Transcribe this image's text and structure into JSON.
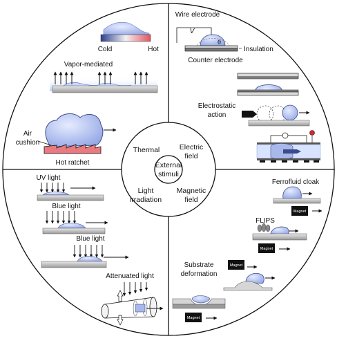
{
  "center": {
    "title_line1": "External",
    "title_line2": "stimuli",
    "thermal": "Thermal",
    "electric_line1": "Electric",
    "electric_line2": "field",
    "light_line1": "Light",
    "light_line2": "irradiation",
    "magnetic_line1": "Magnetic",
    "magnetic_line2": "field"
  },
  "thermal": {
    "cold": "Cold",
    "hot": "Hot",
    "vapor": "Vapor-mediated",
    "air_line1": "Air",
    "air_line2": "cushion",
    "ratchet": "Hot ratchet"
  },
  "electric": {
    "wire": "Wire electrode",
    "v": "V",
    "theta": "θ",
    "insulation": "Insulation",
    "counter": "Counter electrode",
    "electrostatic_line1": "Electrostatic",
    "electrostatic_line2": "action"
  },
  "light": {
    "uv": "UV light",
    "blue1": "Blue light",
    "blue2": "Blue light",
    "attenuated": "Attenuated light"
  },
  "magnetic": {
    "ferrofluid": "Ferrofluid cloak",
    "flips": "FLIPS",
    "substrate_line1": "Substrate",
    "substrate_line2": "deformation",
    "magnet": "Magnet"
  },
  "colors": {
    "droplet": "#a9b8ea",
    "droplet_edge": "#3a4a8a",
    "ratchet": "#e87a80",
    "gradient_cold": "#2b3f8c",
    "gradient_hot": "#e0565e",
    "vapor_blue": "#bcd3ff"
  }
}
